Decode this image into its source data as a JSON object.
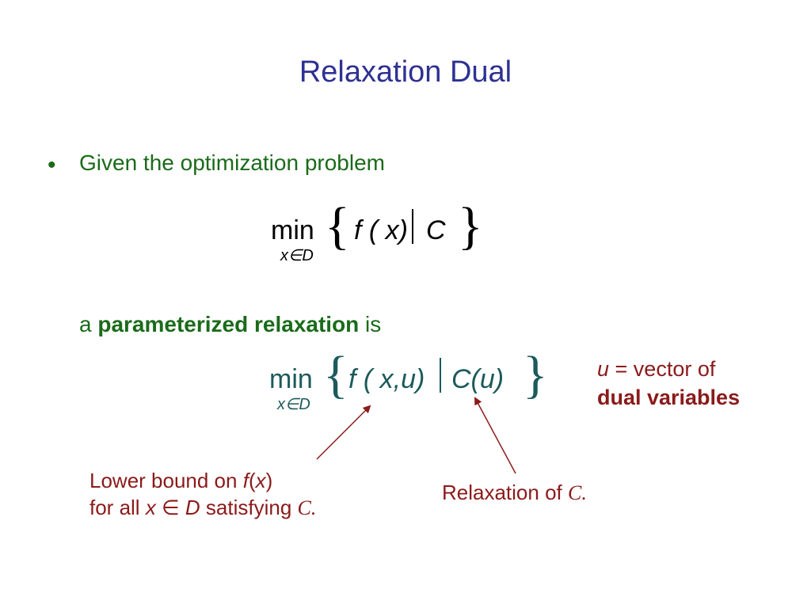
{
  "slide": {
    "title": "Relaxation Dual",
    "bullet_marker": "•",
    "bullet_text": "Given the optimization problem",
    "relax_intro_a": "a ",
    "relax_intro_bold": "parameterized relaxation",
    "relax_intro_is": " is"
  },
  "formula1": {
    "min": "min",
    "sub": "x∈D",
    "lbrace": "{",
    "fx": "f ( x)",
    "C": "C",
    "rbrace": "}"
  },
  "formula2": {
    "min": "min",
    "sub": "x∈D",
    "lbrace": "{",
    "fxu": "f ( x,u)",
    "Cu": "C(u)",
    "rbrace": "}"
  },
  "annotations": {
    "dual_line1_var": "u",
    "dual_line1_rest": " = vector of",
    "dual_line2": "dual variables",
    "lower_line1_pre": "Lower bound on ",
    "lower_line1_f": "f",
    "lower_line1_paren_open": "(",
    "lower_line1_x": "x",
    "lower_line1_paren_close": ")",
    "lower_line2_pre": "for all ",
    "lower_line2_x": "x",
    "lower_line2_in": " ∈ ",
    "lower_line2_D": "D",
    "lower_line2_mid": " satisfying ",
    "lower_line2_C": "C.",
    "relax_pre": "Relaxation of ",
    "relax_C": "C."
  },
  "colors": {
    "title": "#2e3192",
    "bullet": "#1a6b1a",
    "formula2": "#1c5a5a",
    "annotation": "#8b1a1a"
  }
}
